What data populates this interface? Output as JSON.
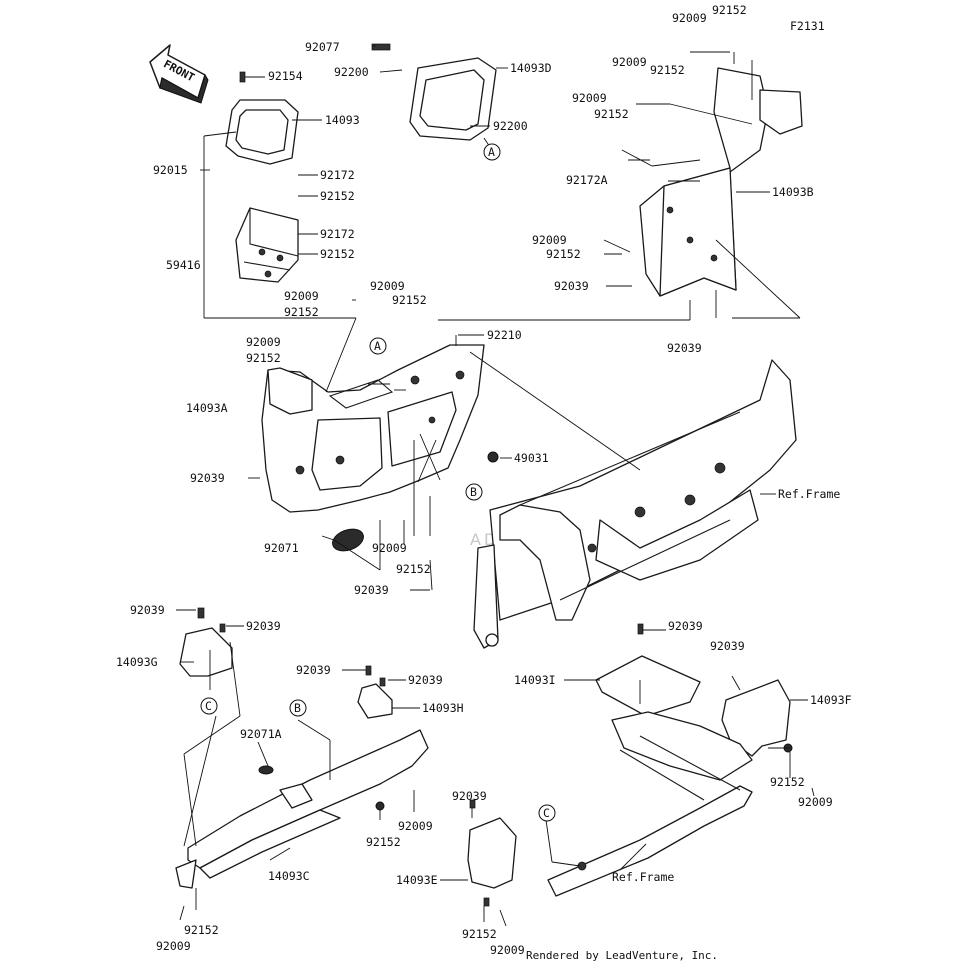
{
  "figure_code": "F2131",
  "footer": "Rendered by LeadVenture, Inc.",
  "front_label": "FRONT",
  "watermark": "ADVENTURE",
  "callouts": [
    "A",
    "A",
    "B",
    "B",
    "C",
    "C"
  ],
  "part_labels": [
    "92077",
    "92200",
    "14093D",
    "92200",
    "92154",
    "14093",
    "92015",
    "92172",
    "92152",
    "92172",
    "92152",
    "59416",
    "92009",
    "92152",
    "92009",
    "92152",
    "92210",
    "92009",
    "92152",
    "14093A",
    "92039",
    "49031",
    "92071",
    "92009",
    "92152",
    "92039",
    "92009",
    "92152",
    "92009",
    "92152",
    "92009",
    "92152",
    "92172A",
    "14093B",
    "92009",
    "92152",
    "92039",
    "92039",
    "Ref.Frame",
    "92039",
    "92039",
    "14093G",
    "92039",
    "92039",
    "14093H",
    "92071A",
    "14093C",
    "92152",
    "92009",
    "92152",
    "92009",
    "92039",
    "14093I",
    "92039",
    "14093F",
    "92152",
    "92009",
    "92039",
    "14093E",
    "92152",
    "92009",
    "Ref.Frame"
  ]
}
